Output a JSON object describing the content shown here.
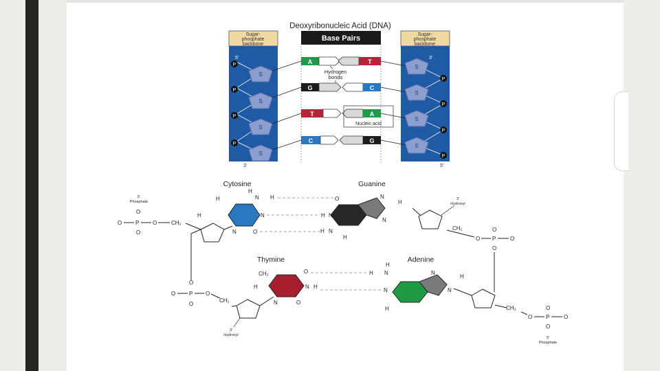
{
  "title": "Deoxyribonucleic Acid (DNA)",
  "headers": {
    "left_backbone": [
      "Sugar-",
      "phosphate",
      "backbone"
    ],
    "base_pairs": "Base Pairs",
    "right_backbone": [
      "Sugar-",
      "phosphate",
      "backbone"
    ]
  },
  "strand_ends": {
    "left_top": "5'",
    "left_bottom": "3'",
    "right_top": "3'",
    "right_bottom": "5'"
  },
  "phosphate_symbol": "P",
  "sugar_symbol": "S",
  "pairs": [
    {
      "left": "A",
      "right": "T",
      "left_color": "#1f9a4a",
      "right_color": "#b3263a"
    },
    {
      "left": "G",
      "right": "C",
      "left_color": "#1c1c1c",
      "right_color": "#2a78c2"
    },
    {
      "left": "T",
      "right": "A",
      "left_color": "#b3263a",
      "right_color": "#1f9a4a"
    },
    {
      "left": "C",
      "right": "G",
      "left_color": "#2a78c2",
      "right_color": "#1c1c1c"
    }
  ],
  "annotations": {
    "hydrogen_bonds": [
      "Hydrogen",
      "bonds"
    ],
    "nucleic_acid": "Nucleic acid"
  },
  "molecules": {
    "cytosine": "Cytosine",
    "guanine": "Guanine",
    "thymine": "Thymine",
    "adenine": "Adenine"
  },
  "structure_labels": {
    "five_prime_phosphate": [
      "5'",
      "Phosphate"
    ],
    "three_prime_hydroxyl": [
      "3'",
      "Hydroxyl"
    ],
    "ch2": "CH₂",
    "ch3": "CH₃",
    "o": "O",
    "p": "P",
    "n": "N",
    "h": "H"
  },
  "colors": {
    "backbone_blue": "#1f5aa6",
    "sugar": "#8a9fcf",
    "header_tan": "#efd9a3",
    "cytosine": "#2a78c2",
    "guanine": "#262626",
    "thymine": "#a61e2e",
    "adenine": "#1e9a45"
  }
}
